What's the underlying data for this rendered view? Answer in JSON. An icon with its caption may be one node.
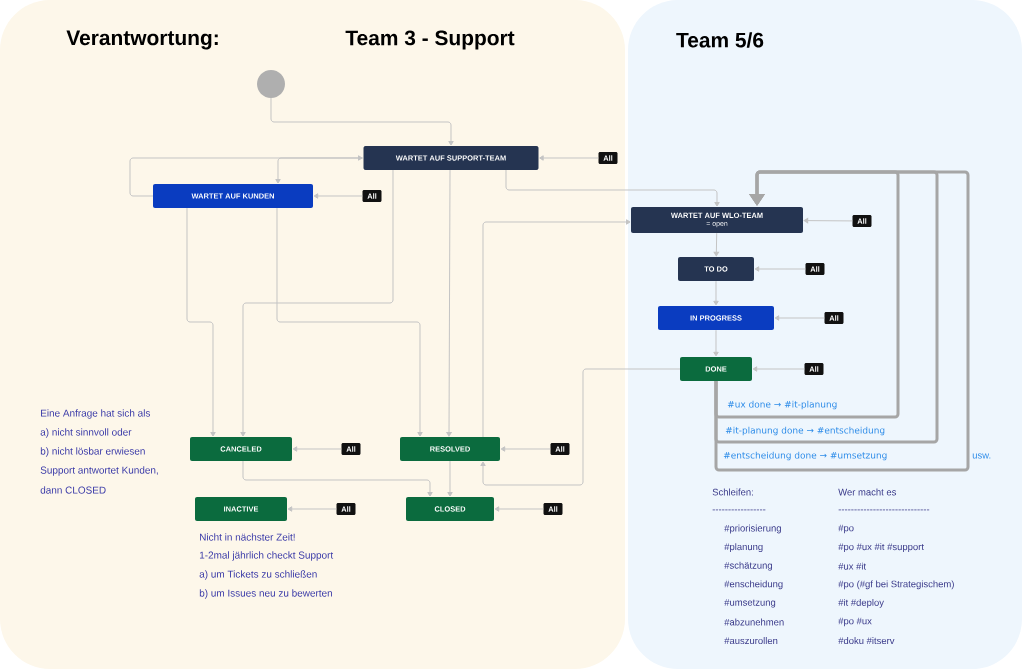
{
  "diagram": {
    "title": "Verantwortung:",
    "nodes": [
      {
        "text": [
          "Team 3 - Support"
        ]
      },
      {
        "text": [
          "Team 5/6"
        ]
      },
      {
        "text": [],
        "shape": "circle",
        "in": 0
      },
      {
        "text": [
          "WARTET AUF SUPPORT-TEAM"
        ],
        "in": 0
      },
      {
        "text": [
          "WARTET AUF KUNDEN"
        ],
        "in": 0
      },
      {
        "text": [
          "WARTET AUF WLO-TEAM",
          "= open"
        ],
        "in": 1
      },
      {
        "text": [
          "TO DO"
        ],
        "in": 1
      },
      {
        "text": [
          "IN PROGRESS"
        ],
        "in": 1
      },
      {
        "text": [
          "DONE"
        ],
        "in": 1
      },
      {
        "text": [
          "CANCELED"
        ],
        "in": 0,
        "beside": [
          "Eine Anfrage hat sich als",
          "a) nicht sinnvoll oder",
          "b) nicht lösbar erwiesen",
          "Support antwortet Kunden,",
          "dann CLOSED"
        ]
      },
      {
        "text": [
          "RESOLVED"
        ],
        "in": 0
      },
      {
        "text": [
          "INACTIVE"
        ],
        "in": 0,
        "beside": [
          "Nicht in nächster Zeit!",
          "1-2mal jährlich checkt Support",
          "a) um Tickets zu schließen",
          "b) um Issues neu zu bewerten"
        ]
      },
      {
        "text": [
          "CLOSED"
        ],
        "in": 0
      },
      {
        "text": [
          "All"
        ],
        "in": 0
      },
      {
        "text": [
          "All"
        ],
        "in": 0
      },
      {
        "text": [
          "All"
        ],
        "in": 1
      },
      {
        "text": [
          "All"
        ],
        "in": 1
      },
      {
        "text": [
          "All"
        ],
        "in": 1
      },
      {
        "text": [
          "All"
        ],
        "in": 1
      },
      {
        "text": [
          "All"
        ],
        "in": 0
      },
      {
        "text": [
          "All"
        ],
        "in": 0
      },
      {
        "text": [
          "All"
        ],
        "in": 0
      },
      {
        "text": [
          "All"
        ],
        "in": 0
      }
    ],
    "edges": [
      {
        "from": 2,
        "to": 3,
        "arrow": "to"
      },
      {
        "from": 3,
        "to": 4,
        "arrow": "to"
      },
      {
        "from": 4,
        "to": 3,
        "arrow": "to"
      },
      {
        "from": 3,
        "to": 5,
        "arrow": "to"
      },
      {
        "from": 3,
        "to": 9,
        "arrow": "to"
      },
      {
        "from": 4,
        "to": 9,
        "arrow": "to"
      },
      {
        "from": 4,
        "to": 10,
        "arrow": "to"
      },
      {
        "from": 3,
        "to": 10,
        "arrow": "to"
      },
      {
        "from": 10,
        "to": 5,
        "arrow": "to"
      },
      {
        "from": 9,
        "to": 12,
        "arrow": "to"
      },
      {
        "from": 10,
        "to": 12,
        "arrow": "to"
      },
      {
        "from": 8,
        "to": 10,
        "arrow": "to"
      },
      {
        "from": 13,
        "to": 3,
        "arrow": "to"
      },
      {
        "from": 14,
        "to": 4,
        "arrow": "to"
      },
      {
        "from": 15,
        "to": 5,
        "arrow": "to"
      },
      {
        "from": 16,
        "to": 6,
        "arrow": "to"
      },
      {
        "from": 17,
        "to": 7,
        "arrow": "to"
      },
      {
        "from": 18,
        "to": 8,
        "arrow": "to"
      },
      {
        "from": 19,
        "to": 9,
        "arrow": "to"
      },
      {
        "from": 20,
        "to": 10,
        "arrow": "to"
      },
      {
        "from": 21,
        "to": 11,
        "arrow": "to"
      },
      {
        "from": 22,
        "to": 12,
        "arrow": "to"
      },
      {
        "from": 5,
        "to": 6,
        "arrow": "to"
      },
      {
        "from": 6,
        "to": 7,
        "arrow": "to"
      },
      {
        "from": 7,
        "to": 8,
        "arrow": "to"
      },
      {
        "from": 8,
        "to": 5,
        "arrow": "to",
        "label": "#ux done → #it-planung",
        "style": "thick",
        "color": "#a6a6a6"
      },
      {
        "from": 8,
        "to": 5,
        "arrow": "to",
        "label": "#it-planung done → #entscheidung",
        "style": "thick",
        "color": "#a6a6a6"
      },
      {
        "from": 8,
        "to": 5,
        "arrow": "to",
        "label": "#entscheidung done → #umsetzung",
        "style": "thick",
        "color": "#a6a6a6"
      }
    ],
    "labels": [
      "usw.",
      "Schleifen:",
      "Wer macht es",
      "-----------------",
      "-----------------------------",
      "#priorisierung",
      "#po",
      "#planung",
      "#po #ux #it #support",
      "#schätzung",
      "#ux #it",
      "#enscheidung",
      "#po (#gf bei Strategischem)",
      "#umsetzung",
      "#it #deploy",
      "#abzunehmen",
      "#po #ux",
      "#auszurollen",
      "#doku #itserv"
    ]
  }
}
